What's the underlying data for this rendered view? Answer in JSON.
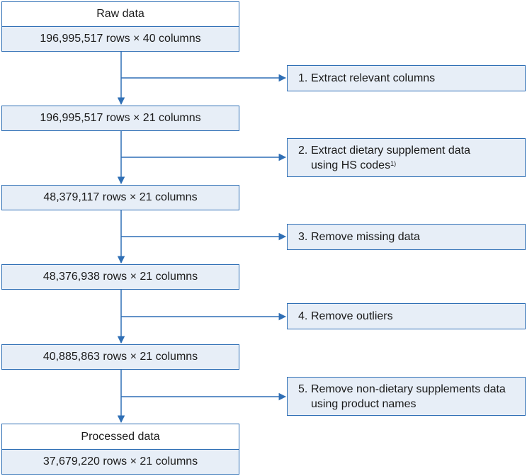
{
  "nodes": {
    "raw_title": "Raw data",
    "raw_dims": "196,995,517 rows × 40 columns",
    "stage1_dims": "196,995,517 rows × 21 columns",
    "stage2_dims": "48,379,117 rows × 21 columns",
    "stage3_dims": "48,376,938 rows × 21 columns",
    "stage4_dims": "40,885,863 rows × 21 columns",
    "processed_title": "Processed data",
    "processed_dims": "37,679,220 rows × 21 columns"
  },
  "steps": [
    {
      "num": "1.",
      "line1": "Extract relevant columns"
    },
    {
      "num": "2.",
      "line1": "Extract dietary supplement data",
      "line2": "using HS codes",
      "footnote": "1)"
    },
    {
      "num": "3.",
      "line1": "Remove missing data"
    },
    {
      "num": "4.",
      "line1": "Remove outliers"
    },
    {
      "num": "5.",
      "line1": "Remove non-dietary supplements data",
      "line2": "using product names"
    }
  ],
  "colors": {
    "stroke": "#2f6fb5",
    "fill": "#e7eef7"
  }
}
